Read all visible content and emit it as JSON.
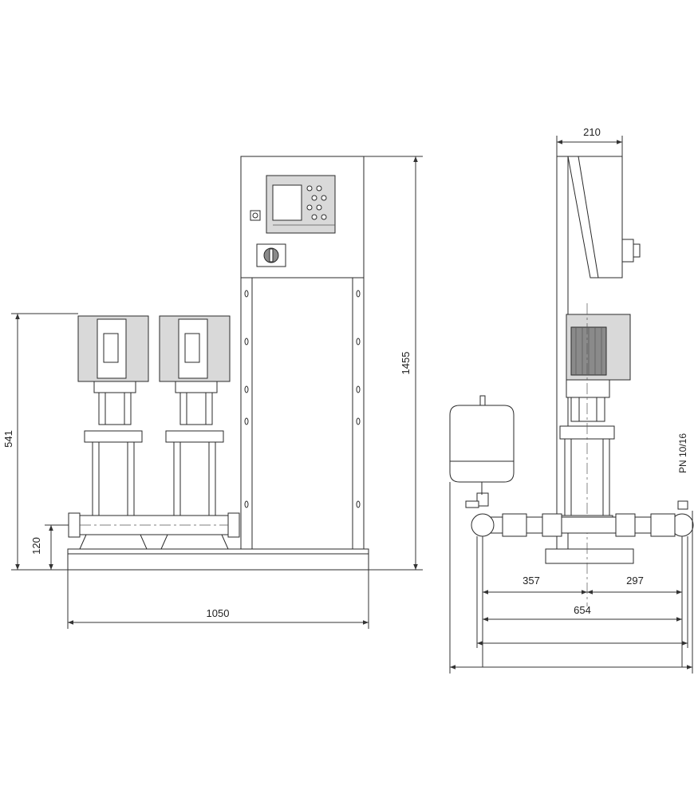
{
  "dimensions": {
    "front_width": "1050",
    "front_height_total": "1455",
    "front_height_pump": "541",
    "front_height_inlet": "120",
    "side_panel_depth": "210",
    "side_left": "357",
    "side_right": "297",
    "side_total": "654"
  },
  "labels": {
    "pressure_rating": "PN 10/16"
  },
  "colors": {
    "line": "#2a2a2a",
    "panel_fill": "#d9d9d9",
    "motor_fill": "#8a8a8a"
  }
}
